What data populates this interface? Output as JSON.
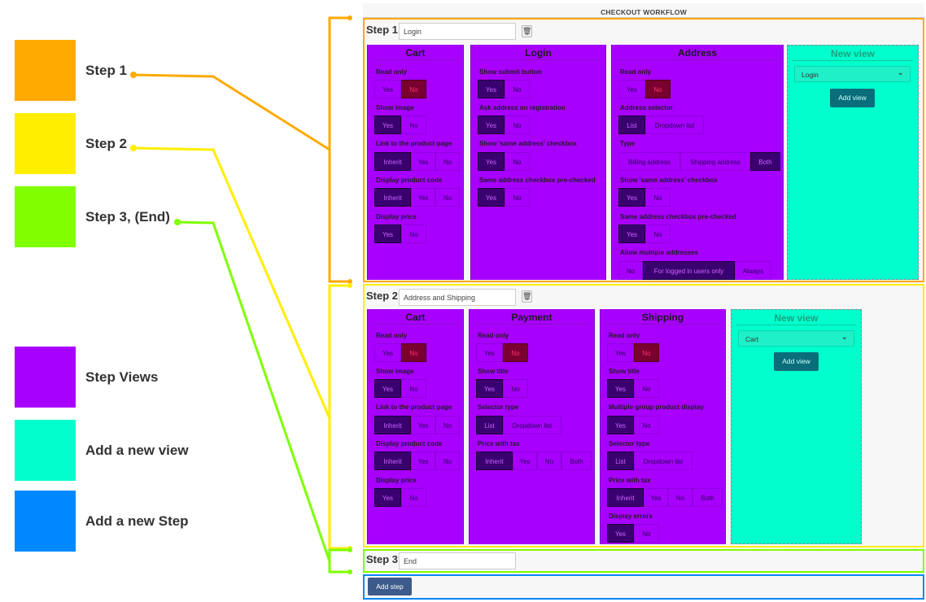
{
  "legend": [
    {
      "label": "Step 1",
      "color": "#ffaa00"
    },
    {
      "label": "Step 2",
      "color": "#ffee00"
    },
    {
      "label": "Step 3, (End)",
      "color": "#7fff00"
    },
    {
      "label": "Step Views",
      "color": "#a800ff"
    },
    {
      "label": "Add a new view",
      "color": "#00ffcc"
    },
    {
      "label": "Add a new Step",
      "color": "#0088ff"
    }
  ],
  "workflow_title": "CHECKOUT WORKFLOW",
  "steps": [
    {
      "heading": "Step 1",
      "name": "Login",
      "border_color": "#ffaa00"
    },
    {
      "heading": "Step 2",
      "name": "Address and Shipping",
      "border_color": "#ffee00"
    },
    {
      "heading": "Step 3",
      "name": "End",
      "border_color": "#7fff00"
    }
  ],
  "step1": {
    "cart": {
      "title": "Cart",
      "opts": [
        "Read only",
        "Show image",
        "Link to the product page",
        "Display product code",
        "Display price"
      ],
      "read_only": [
        "Yes",
        "No"
      ],
      "show_image": [
        "Yes",
        "No"
      ],
      "link": [
        "Inherit",
        "Yes",
        "No"
      ],
      "code": [
        "Inherit",
        "Yes",
        "No"
      ],
      "price": [
        "Yes",
        "No"
      ]
    },
    "login": {
      "title": "Login",
      "opts": [
        "Show submit button",
        "Ask address on registration",
        "Show 'same address' checkbox",
        "Same address checkbox pre-checked"
      ],
      "b1": [
        "Yes",
        "No"
      ],
      "b2": [
        "Yes",
        "No"
      ],
      "b3": [
        "Yes",
        "No"
      ],
      "b4": [
        "Yes",
        "No"
      ]
    },
    "address": {
      "title": "Address",
      "opts": [
        "Read only",
        "Address selector",
        "Type",
        "Show 'same address' checkbox",
        "Same address checkbox pre-checked",
        "Allow multiple addresses"
      ],
      "read_only": [
        "Yes",
        "No"
      ],
      "selector": [
        "List",
        "Dropdown list"
      ],
      "type": [
        "Billing address",
        "Shipping address",
        "Both"
      ],
      "same": [
        "Yes",
        "No"
      ],
      "pre": [
        "Yes",
        "No"
      ],
      "multi": [
        "No",
        "For logged in users only",
        "Always"
      ]
    },
    "new_view": {
      "title": "New view",
      "selected": "Login",
      "button": "Add view"
    }
  },
  "step2": {
    "cart": {
      "title": "Cart",
      "opts": [
        "Read only",
        "Show image",
        "Link to the product page",
        "Display product code",
        "Display price"
      ],
      "read_only": [
        "Yes",
        "No"
      ],
      "show_image": [
        "Yes",
        "No"
      ],
      "link": [
        "Inherit",
        "Yes",
        "No"
      ],
      "code": [
        "Inherit",
        "Yes",
        "No"
      ],
      "price": [
        "Yes",
        "No"
      ]
    },
    "payment": {
      "title": "Payment",
      "opts": [
        "Read only",
        "Show title",
        "Selector type",
        "Price with tax"
      ],
      "read_only": [
        "Yes",
        "No"
      ],
      "show_title": [
        "Yes",
        "No"
      ],
      "selector": [
        "List",
        "Dropdown list"
      ],
      "tax": [
        "Inherit",
        "Yes",
        "No",
        "Both"
      ]
    },
    "shipping": {
      "title": "Shipping",
      "opts": [
        "Read only",
        "Show title",
        "Multiple group product display",
        "Selector type",
        "Price with tax",
        "Display errors"
      ],
      "read_only": [
        "Yes",
        "No"
      ],
      "show_title": [
        "Yes",
        "No"
      ],
      "multi": [
        "Yes",
        "No"
      ],
      "selector": [
        "List",
        "Dropdown list"
      ],
      "tax": [
        "Inherit",
        "Yes",
        "No",
        "Both"
      ],
      "errors": [
        "Yes",
        "No"
      ]
    },
    "new_view": {
      "title": "New view",
      "selected": "Cart",
      "button": "Add view"
    }
  },
  "add_step_label": "Add step"
}
